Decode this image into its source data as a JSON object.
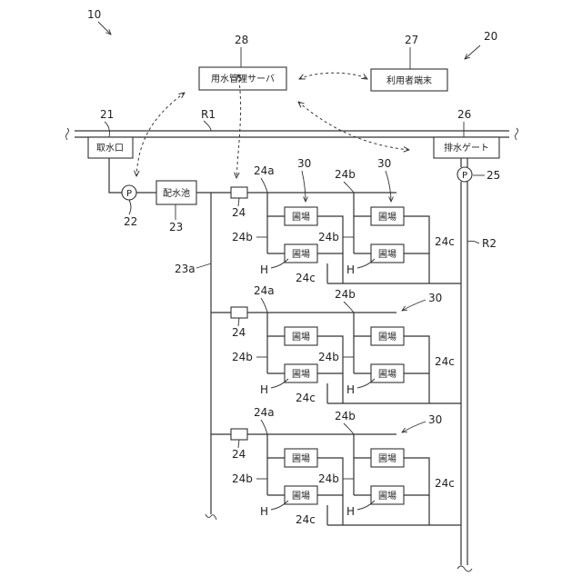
{
  "labels": {
    "fig_ref": "10",
    "sys_ref": "20",
    "server_ref": "28",
    "server": "用水管理サーバ",
    "terminal_ref": "27",
    "terminal": "利用者端末",
    "intake_ref": "21",
    "intake": "取水口",
    "r1": "R1",
    "r2": "R2",
    "gate_ref": "26",
    "gate": "排水ゲート",
    "pump": "P",
    "pump1_ref": "22",
    "pump2_ref": "25",
    "pond_ref": "23",
    "pond": "配水池",
    "main_pipe_ref": "23a",
    "branch": {
      "valve_ref": "24",
      "pipe_a_ref": "24a",
      "pipe_b_ref": "24b",
      "pipe_c_ref": "24c",
      "field_ref": "30",
      "field": "圃場",
      "h_ref": "H"
    }
  }
}
